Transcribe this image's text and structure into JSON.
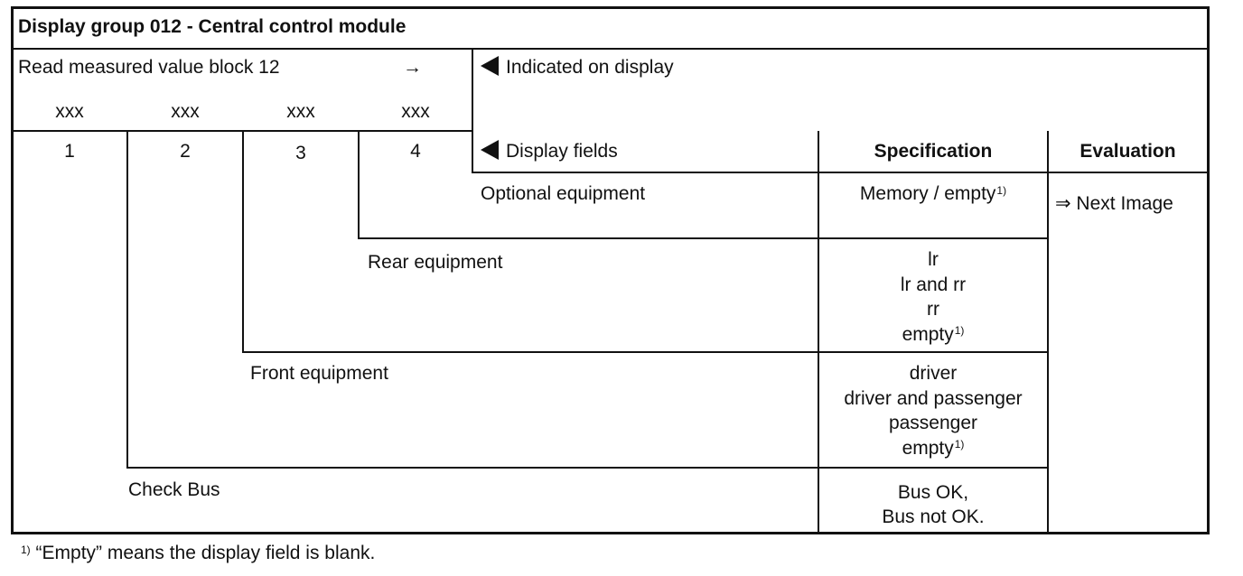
{
  "header": {
    "title": "Display group 012 - Central control module"
  },
  "read_block": {
    "label": "Read measured value block 12",
    "arrow": "→"
  },
  "values": [
    "xxx",
    "xxx",
    "xxx",
    "xxx"
  ],
  "fields": [
    "1",
    "2",
    "3",
    "4"
  ],
  "indicated": {
    "label": "Indicated on display",
    "icon": "left-triangle-icon"
  },
  "display_fields": {
    "label": "Display fields",
    "icon": "left-triangle-icon"
  },
  "columns": {
    "specification": "Specification",
    "evaluation": "Evaluation"
  },
  "evaluation": {
    "next": "⇒ Next Image"
  },
  "rows": [
    {
      "name": "Optional equipment",
      "spec": [
        "Memory / empty"
      ],
      "spec_note": "1)"
    },
    {
      "name": "Rear equipment",
      "spec": [
        "lr",
        "lr and rr",
        "rr",
        "empty"
      ],
      "spec_note": "1)"
    },
    {
      "name": "Front equipment",
      "spec": [
        "driver",
        "driver and passenger",
        "passenger",
        "empty"
      ],
      "spec_note": "1)"
    },
    {
      "name": "Check Bus",
      "spec": [
        "Bus OK,",
        "Bus not OK."
      ]
    }
  ],
  "footnote": {
    "marker": "1)",
    "text": "“Empty” means the display field is blank."
  }
}
